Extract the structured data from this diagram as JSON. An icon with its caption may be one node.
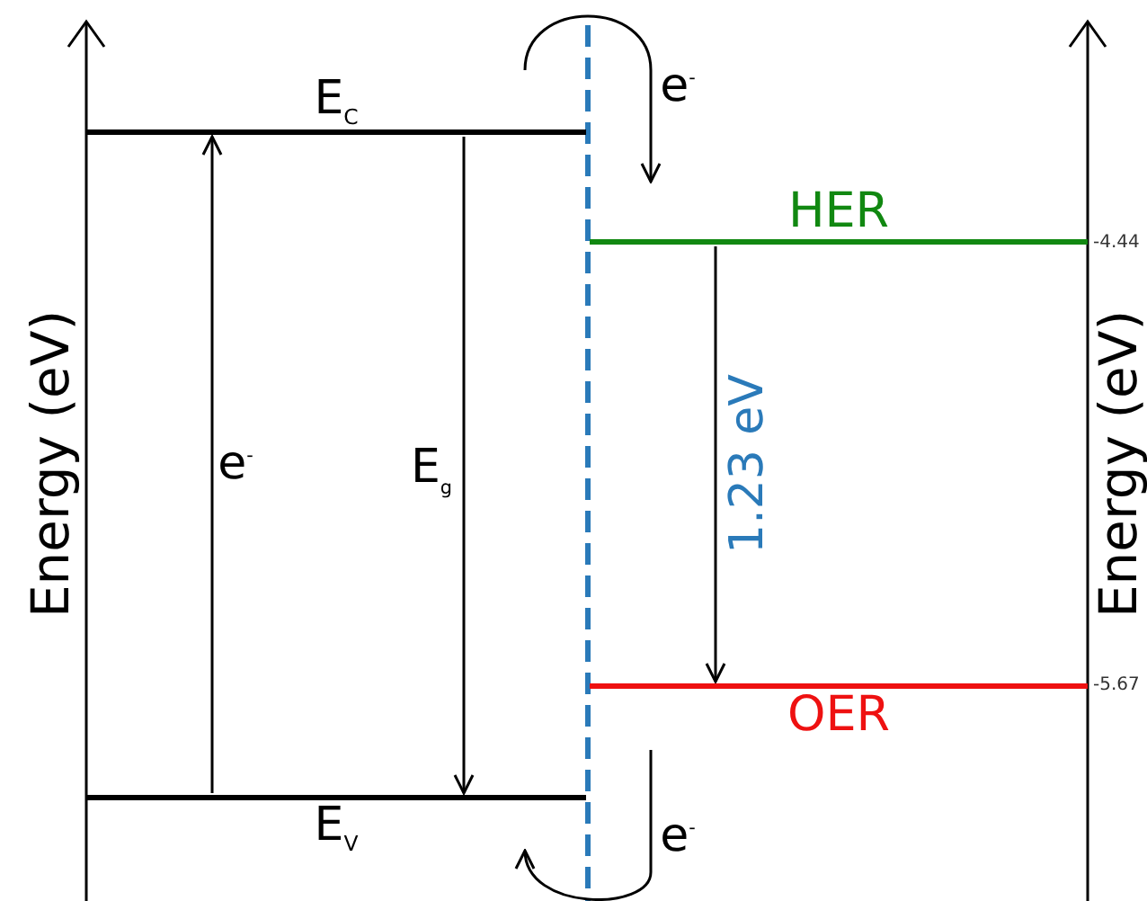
{
  "diagram": {
    "nodes": [
      {
        "text": [
          "E$_{C}$"
        ]
      },
      {
        "text": [
          "E$_{V}$"
        ]
      },
      {
        "text": [
          "HER"
        ],
        "beside": [
          "-4.44"
        ]
      },
      {
        "text": [
          "OER"
        ],
        "beside": [
          "-5.67"
        ]
      }
    ],
    "edges": [
      {
        "from": 1,
        "to": 0,
        "arrow": "to",
        "label": "e$^{-}$"
      },
      {
        "from": 0,
        "to": 1,
        "arrow": "to",
        "label": "E$_{g}$"
      },
      {
        "from": 2,
        "to": 3,
        "arrow": "to",
        "label": "1.23 eV"
      },
      {
        "from": 0,
        "to": 2,
        "arrow": "to",
        "label": "e$^{-}$"
      },
      {
        "from": 3,
        "to": 1,
        "arrow": "to",
        "label": "e$^{-}$"
      }
    ],
    "labels": [
      "Energy (eV)",
      "Energy (eV)"
    ]
  }
}
